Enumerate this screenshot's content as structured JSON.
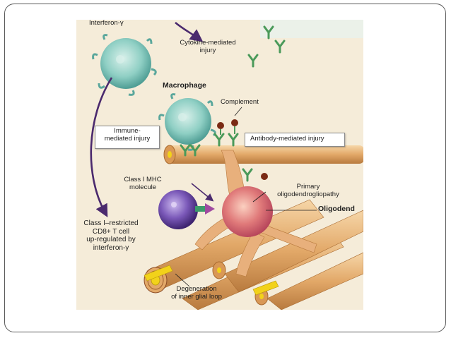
{
  "labels": {
    "interferon": "Interferon-γ",
    "cytokine_line1": "Cytokine-mediated",
    "cytokine_line2": "injury",
    "macrophage": "Macrophage",
    "complement": "Complement",
    "immune_line1": "Immune-",
    "immune_line2": "mediated injury",
    "antibody": "Antibody-mediated injury",
    "mhc_line1": "Class I MHC",
    "mhc_line2": "molecule",
    "primary_line1": "Primary",
    "primary_line2": "oligodendrogliopathy",
    "oligodendrocyte": "Oligodend",
    "tcell_line1": "Class I–restricted",
    "tcell_line2": "CD8+ T cell",
    "tcell_line3": "up-regulated by",
    "tcell_line4": "interferon-γ",
    "degeneration_line1": "Degeneration",
    "degeneration_line2": "of inner glial loop"
  },
  "colors": {
    "background": "#f5ecd9",
    "myelin": "#e2a868",
    "axon": "#f2d21a",
    "macrophage": "#8fcfc4",
    "tcell": "#7a58b8",
    "oligodendrocyte": "#e07a7a",
    "antibody": "#4a9a5a",
    "arrow": "#4b2a6e",
    "complement": "#7a2a14"
  }
}
